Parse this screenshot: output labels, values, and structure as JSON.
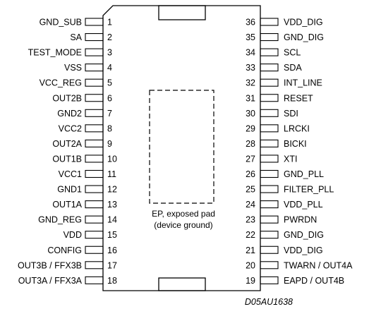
{
  "package": {
    "left_pins": [
      {
        "num": "1",
        "name": "GND_SUB"
      },
      {
        "num": "2",
        "name": "SA"
      },
      {
        "num": "3",
        "name": "TEST_MODE"
      },
      {
        "num": "4",
        "name": "VSS"
      },
      {
        "num": "5",
        "name": "VCC_REG"
      },
      {
        "num": "6",
        "name": "OUT2B"
      },
      {
        "num": "7",
        "name": "GND2"
      },
      {
        "num": "8",
        "name": "VCC2"
      },
      {
        "num": "9",
        "name": "OUT2A"
      },
      {
        "num": "10",
        "name": "OUT1B"
      },
      {
        "num": "11",
        "name": "VCC1"
      },
      {
        "num": "12",
        "name": "GND1"
      },
      {
        "num": "13",
        "name": "OUT1A"
      },
      {
        "num": "14",
        "name": "GND_REG"
      },
      {
        "num": "15",
        "name": "VDD"
      },
      {
        "num": "16",
        "name": "CONFIG"
      },
      {
        "num": "17",
        "name": "OUT3B / FFX3B"
      },
      {
        "num": "18",
        "name": "OUT3A / FFX3A"
      }
    ],
    "right_pins": [
      {
        "num": "36",
        "name": "VDD_DIG"
      },
      {
        "num": "35",
        "name": "GND_DIG"
      },
      {
        "num": "34",
        "name": "SCL"
      },
      {
        "num": "33",
        "name": "SDA"
      },
      {
        "num": "32",
        "name": "INT_LINE"
      },
      {
        "num": "31",
        "name": "RESET"
      },
      {
        "num": "30",
        "name": "SDI"
      },
      {
        "num": "29",
        "name": "LRCKI"
      },
      {
        "num": "28",
        "name": "BICKI"
      },
      {
        "num": "27",
        "name": "XTI"
      },
      {
        "num": "26",
        "name": "GND_PLL"
      },
      {
        "num": "25",
        "name": "FILTER_PLL"
      },
      {
        "num": "24",
        "name": "VDD_PLL"
      },
      {
        "num": "23",
        "name": "PWRDN"
      },
      {
        "num": "22",
        "name": "GND_DIG"
      },
      {
        "num": "21",
        "name": "VDD_DIG"
      },
      {
        "num": "20",
        "name": "TWARN / OUT4A"
      },
      {
        "num": "19",
        "name": "EAPD / OUT4B"
      }
    ],
    "exposed_pad": {
      "line1": "EP, exposed pad",
      "line2": "(device ground)"
    },
    "drawing_code": "D05AU1638"
  }
}
